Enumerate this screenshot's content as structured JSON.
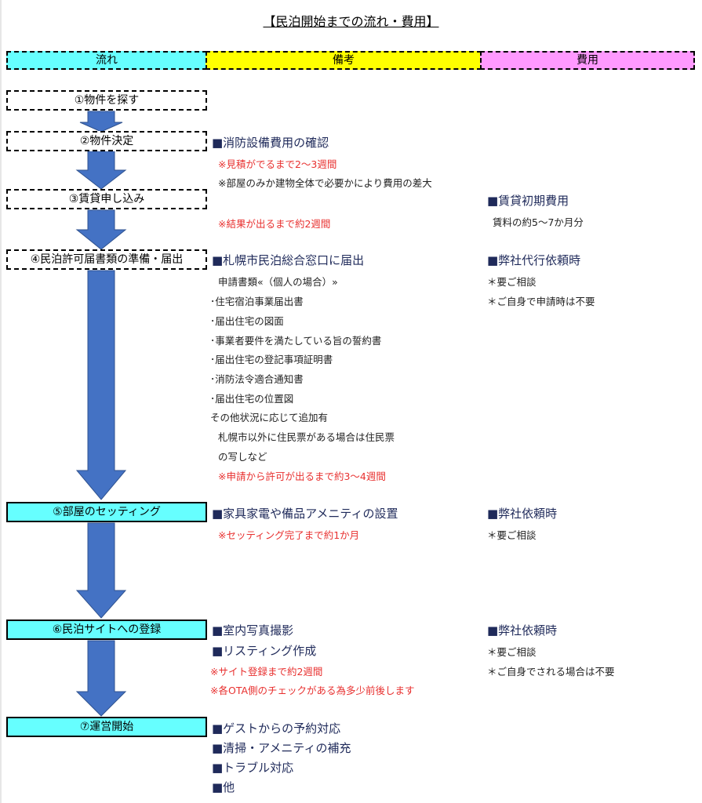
{
  "title": "【民泊開始までの流れ・費用】",
  "headers": {
    "flow": "流れ",
    "notes": "備考",
    "cost": "費用"
  },
  "colors": {
    "flow": "#66ffff",
    "notes": "#ffff00",
    "cost": "#ff99ff",
    "arrow": "#4472c4",
    "accent_text": "#e8302f"
  },
  "steps": [
    {
      "label": "①物件を探す"
    },
    {
      "label": "②物件決定"
    },
    {
      "label": "③賃貸申し込み"
    },
    {
      "label": "④民泊許可届書類の準備・届出"
    },
    {
      "label": "⑤部屋のセッティング"
    },
    {
      "label": "⑥民泊サイトへの登録"
    },
    {
      "label": "⑦運営開始"
    }
  ],
  "notes": {
    "s2": {
      "heading": "■消防設備費用の確認",
      "red1": "※見積がでるまで2～3週間",
      "sub1": "※部屋のみか建物全体で必要かにより費用の差大"
    },
    "s3": {
      "red1": "※結果が出るまで約2週間"
    },
    "s4": {
      "heading": "■札幌市民泊総合窓口に届出",
      "lines": [
        "申請書類«（個人の場合）»",
        "･住宅宿泊事業届出書",
        "･届出住宅の図面",
        "･事業者要件を満たしている旨の誓約書",
        "･届出住宅の登記事項証明書",
        "･消防法令適合通知書",
        "･届出住宅の位置図",
        "その他状況に応じて追加有",
        "札幌市以外に住民票がある場合は住民票",
        "の写しなど"
      ],
      "red1": "※申請から許可が出るまで約3～4週間"
    },
    "s5": {
      "heading": "■家具家電や備品アメニティの設置",
      "red1": "※セッティング完了まで約1か月"
    },
    "s6": {
      "heading1": "■室内写真撮影",
      "heading2": "■リスティング作成",
      "red1": "※サイト登録まで約2週間",
      "red2": "※各OTA側のチェックがある為多少前後します"
    },
    "s7": {
      "items": [
        "■ゲストからの予約対応",
        "■清掃・アメニティの補充",
        "■トラブル対応",
        "■他"
      ]
    }
  },
  "costs": {
    "c3": {
      "heading": "■賃貸初期費用",
      "sub": "賃料の約5～7か月分"
    },
    "c4": {
      "heading": "■弊社代行依頼時",
      "sub1": "＊要ご相談",
      "sub2": "＊ご自身で申請時は不要"
    },
    "c5": {
      "heading": "■弊社依頼時",
      "sub1": "＊要ご相談"
    },
    "c6": {
      "heading": "■弊社依頼時",
      "sub1": "＊要ご相談",
      "sub2": "＊ご自身でされる場合は不要"
    }
  }
}
